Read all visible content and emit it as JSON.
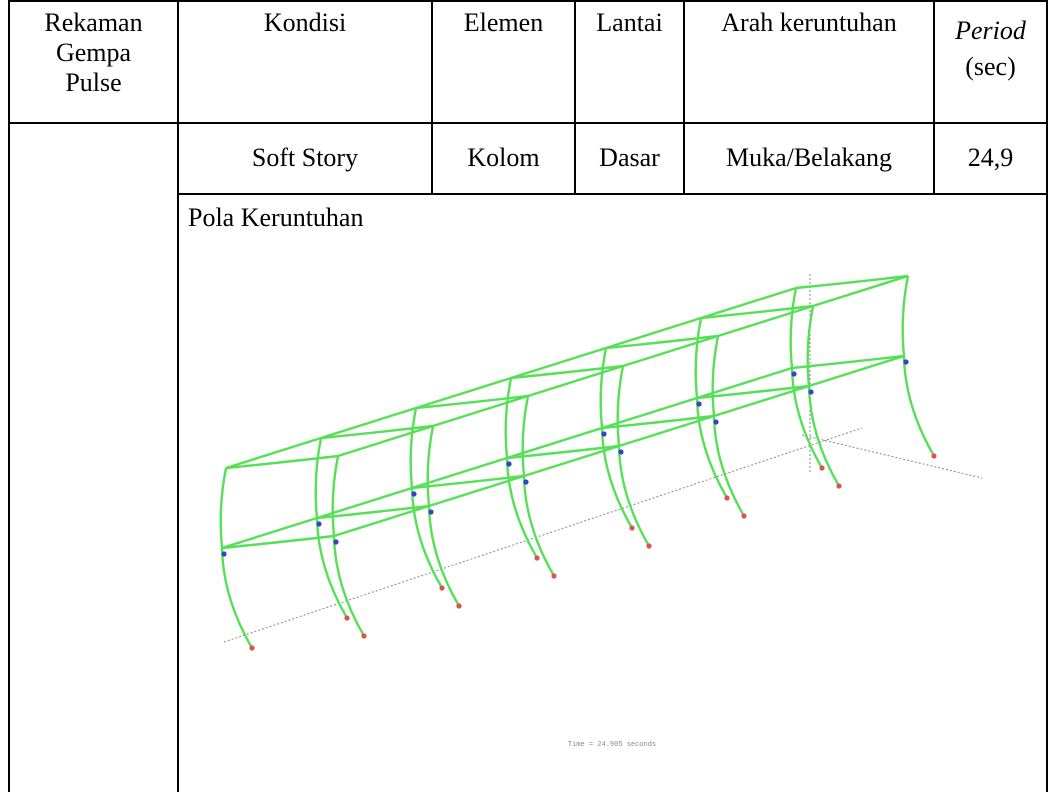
{
  "header": {
    "col1": [
      "Rekaman",
      "Gempa",
      "Pulse"
    ],
    "col2": "Kondisi",
    "col3": "Elemen",
    "col4": "Lantai",
    "col5": "Arah keruntuhan",
    "col6_italic": "Period",
    "col6_unit": "(sec)"
  },
  "row": {
    "kondisi": "Soft Story",
    "elemen": "Kolom",
    "lantai": "Dasar",
    "arah": "Muka/Belakang",
    "period": "24,9"
  },
  "pattern": {
    "label": "Pola Keruntuhan",
    "time_caption": "Time = 24.905 seconds"
  },
  "colors": {
    "frame": "#55e055",
    "hinge_blue": "#3344cc",
    "hinge_red": "#e05050",
    "axis": "#888888"
  }
}
